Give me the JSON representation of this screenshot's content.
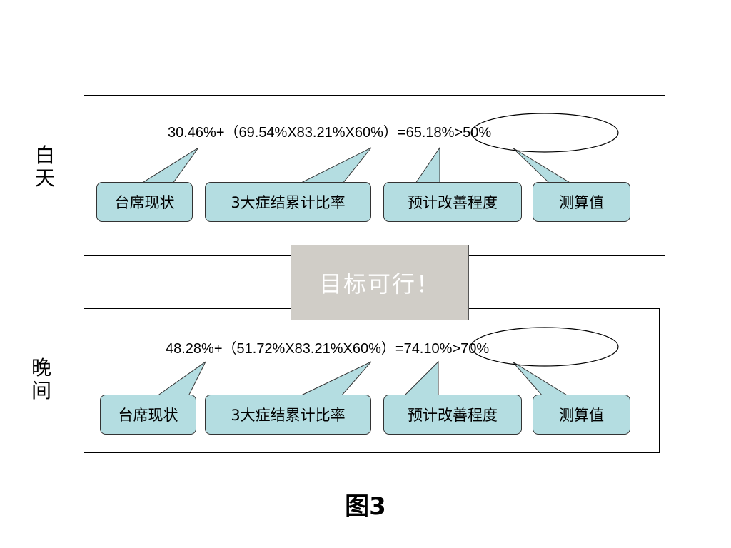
{
  "day": {
    "label": "白\n天",
    "formula": "30.46%+（69.54%X83.21%X60%）=65.18%>50%",
    "callouts": [
      "台席现状",
      "3大症结累计比率",
      "预计改善程度",
      "测算值"
    ]
  },
  "night": {
    "label": "晚\n间",
    "formula": "48.28%+（51.72%X83.21%X60%）=74.10%>70%",
    "callouts": [
      "台席现状",
      "3大症结累计比率",
      "预计改善程度",
      "测算值"
    ]
  },
  "goal": "目标可行！",
  "caption": "图3",
  "colors": {
    "callout_fill": "#b4dde1",
    "goal_fill": "#d0cdc7",
    "goal_text": "#ffffff"
  }
}
